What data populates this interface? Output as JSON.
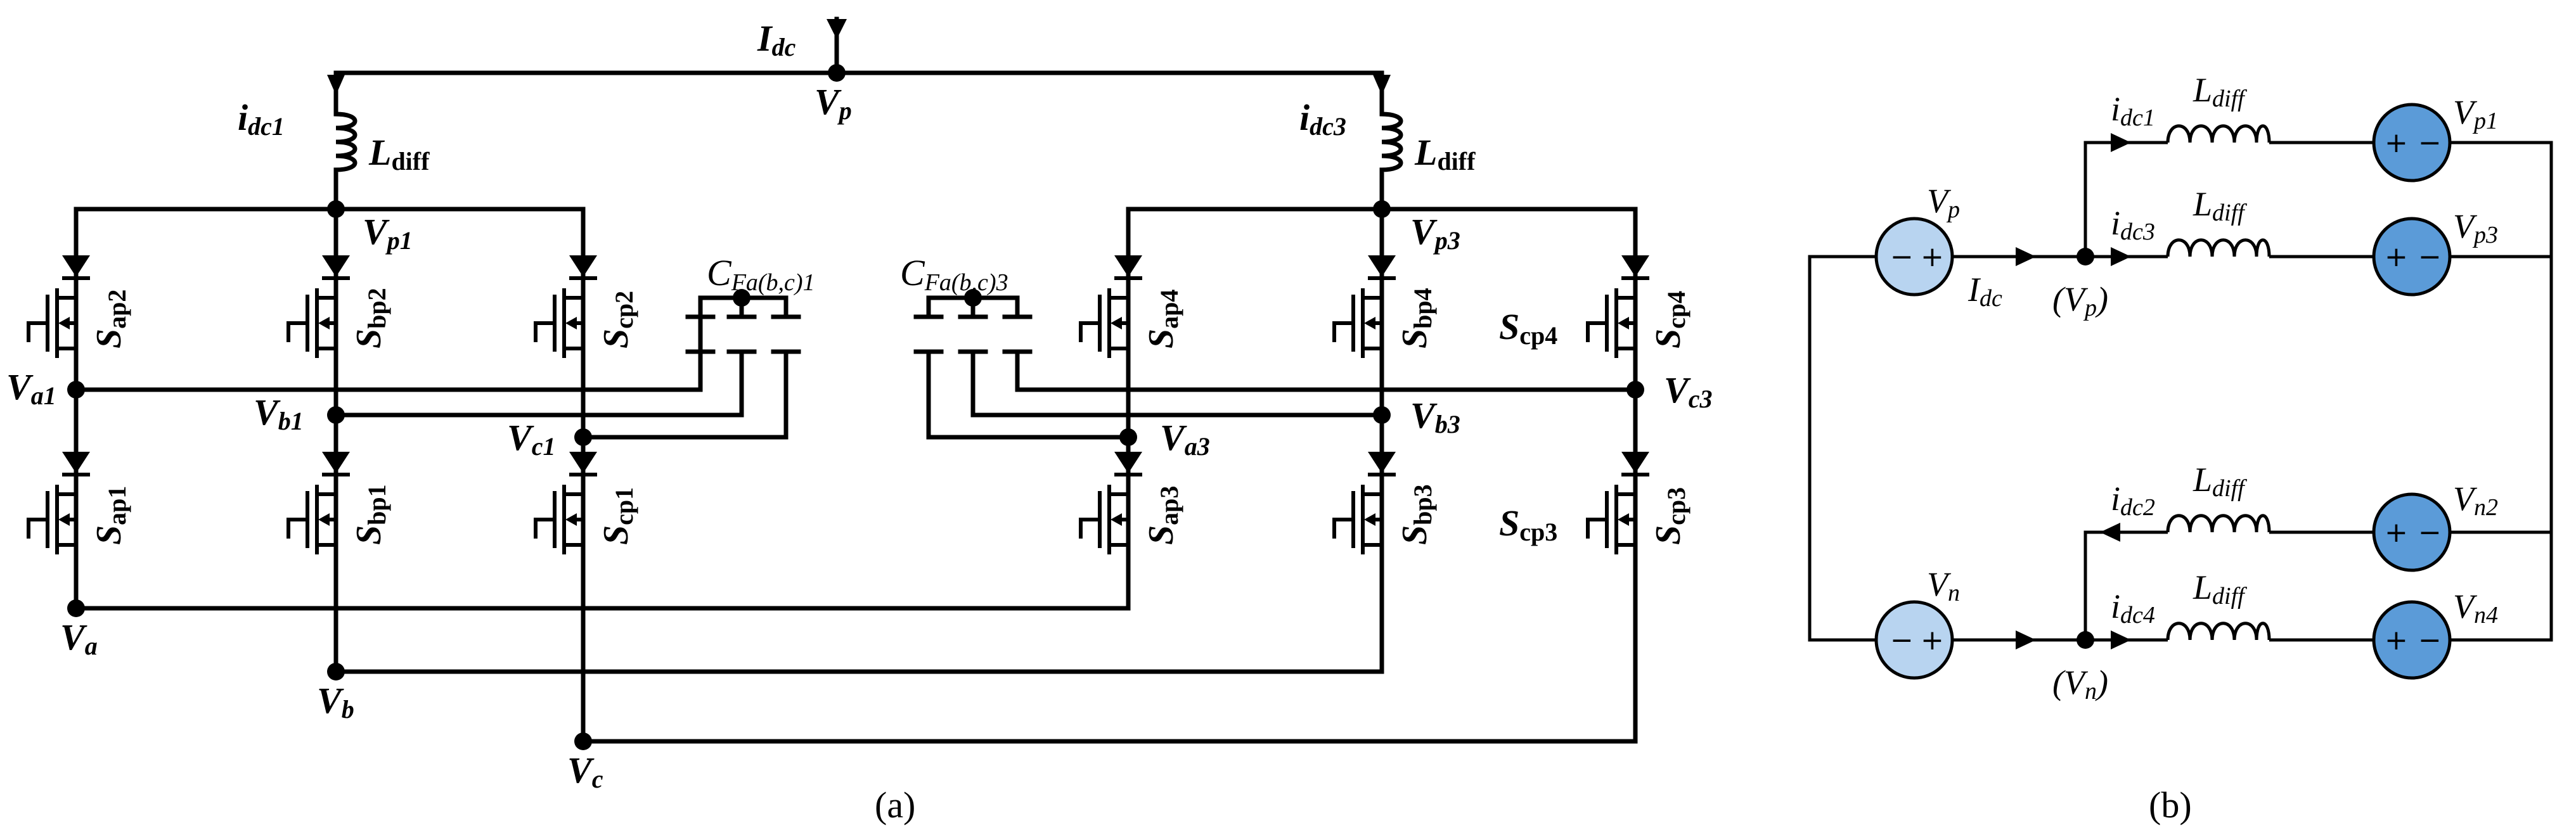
{
  "colors": {
    "wire": "#000000",
    "source_light": "#b8d4f0",
    "source_dark": "#5b9bd8"
  },
  "panel_a": {
    "caption": "(a)",
    "labels": {
      "idc": "I",
      "idc_sub": "dc",
      "vp": "V",
      "vp_sub": "p",
      "idc1": "i",
      "idc1_sub": "dc1",
      "idc3": "i",
      "idc3_sub": "dc3",
      "ldiff1": "L",
      "ldiff1_sub": "diff",
      "ldiff3": "L",
      "ldiff3_sub": "diff",
      "vp1": "V",
      "vp1_sub": "p1",
      "vp3": "V",
      "vp3_sub": "p3",
      "cfa1": "C",
      "cfa1_sub": "Fa(b,c)1",
      "cfa3": "C",
      "cfa3_sub": "Fa(b,c)3",
      "va1": "V",
      "va1_sub": "a1",
      "vb1": "V",
      "vb1_sub": "b1",
      "vc1": "V",
      "vc1_sub": "c1",
      "va3": "V",
      "va3_sub": "a3",
      "vb3": "V",
      "vb3_sub": "b3",
      "vc3": "V",
      "vc3_sub": "c3",
      "va": "V",
      "va_sub": "a",
      "vb": "V",
      "vb_sub": "b",
      "vc": "V",
      "vc_sub": "c"
    },
    "switches": [
      {
        "s": "S",
        "sub": "ap2"
      },
      {
        "s": "S",
        "sub": "bp2"
      },
      {
        "s": "S",
        "sub": "cp2"
      },
      {
        "s": "S",
        "sub": "ap1"
      },
      {
        "s": "S",
        "sub": "bp1"
      },
      {
        "s": "S",
        "sub": "cp1"
      },
      {
        "s": "S",
        "sub": "ap4"
      },
      {
        "s": "S",
        "sub": "bp4"
      },
      {
        "s": "S",
        "sub": "cp4"
      },
      {
        "s": "S",
        "sub": "ap3"
      },
      {
        "s": "S",
        "sub": "bp3"
      },
      {
        "s": "S",
        "sub": "cp3"
      }
    ],
    "extra_switch_labels": [
      {
        "s": "S",
        "sub": "cp4"
      },
      {
        "s": "S",
        "sub": "cp3"
      }
    ]
  },
  "panel_b": {
    "caption": "(b)",
    "vp": "V",
    "vp_sub": "p",
    "vn": "V",
    "vn_sub": "n",
    "idc": "I",
    "idc_sub": "dc",
    "node_p": "(V",
    "node_p_sub": "p",
    "node_p_close": ")",
    "node_n": "(V",
    "node_n_sub": "n",
    "node_n_close": ")",
    "branches": [
      {
        "i": "i",
        "i_sub": "dc1",
        "l": "L",
        "l_sub": "diff",
        "v": "V",
        "v_sub": "p1"
      },
      {
        "i": "i",
        "i_sub": "dc3",
        "l": "L",
        "l_sub": "diff",
        "v": "V",
        "v_sub": "p3"
      },
      {
        "i": "i",
        "i_sub": "dc2",
        "l": "L",
        "l_sub": "diff",
        "v": "V",
        "v_sub": "n2"
      },
      {
        "i": "i",
        "i_sub": "dc4",
        "l": "L",
        "l_sub": "diff",
        "v": "V",
        "v_sub": "n4"
      }
    ],
    "plus": "+",
    "minus": "−"
  }
}
